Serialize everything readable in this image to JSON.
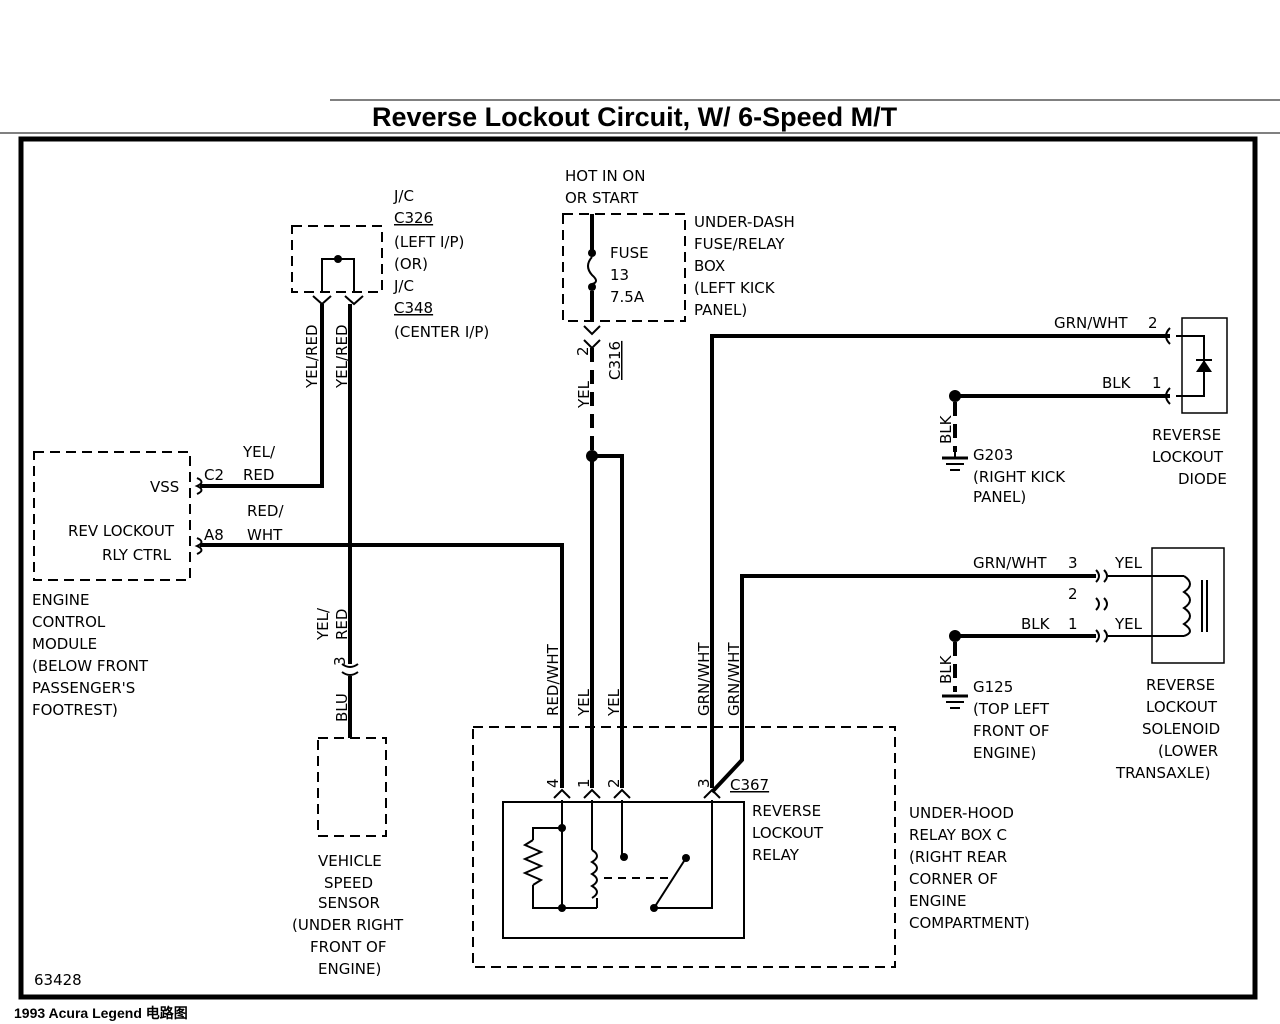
{
  "title": "Reverse Lockout Circuit, W/ 6-Speed M/T",
  "footer": "1993 Acura Legend 电路图",
  "figure_id": "63428",
  "jc": {
    "line1": "J/C",
    "conn1": "C326",
    "line2": "(LEFT I/P)",
    "line3": "(OR)",
    "line4": "J/C",
    "conn2": "C348",
    "line5": "(CENTER I/P)"
  },
  "hot": {
    "line1": "HOT IN ON",
    "line2": "OR START"
  },
  "fuse": {
    "label": "FUSE",
    "num": "13",
    "amps": "7.5A"
  },
  "underdash": [
    "UNDER-DASH",
    "FUSE/RELAY",
    "BOX",
    "(LEFT KICK",
    "PANEL)"
  ],
  "ecm": {
    "vss": "VSS",
    "pin_c2": "C2",
    "rev1": "REV LOCKOUT",
    "rev2": "RLY CTRL",
    "pin_a8": "A8",
    "name": [
      "ENGINE",
      "CONTROL",
      "MODULE",
      "(BELOW FRONT",
      "PASSENGER'S",
      "FOOTREST)"
    ]
  },
  "wires": {
    "yel_red": "YEL/RED",
    "yel_slash": "YEL/",
    "red": "RED",
    "red_slash": "RED/",
    "wht": "WHT",
    "red_wht": "RED/WHT",
    "yel": "YEL",
    "grn_wht": "GRN/WHT",
    "blk": "BLK",
    "blu": "BLU",
    "yel_slash2": "YEL/",
    "red2": "RED"
  },
  "c316": {
    "pin": "2",
    "conn": "C316"
  },
  "vss_conn_pin": "3",
  "diode": {
    "pin2": "2",
    "pin1": "1",
    "name": [
      "REVERSE",
      "LOCKOUT",
      "DIODE"
    ]
  },
  "g203": [
    "G203",
    "(RIGHT KICK",
    "PANEL)"
  ],
  "solenoid": {
    "pin3": "3",
    "pin2": "2",
    "pin1": "1",
    "name": [
      "REVERSE",
      "LOCKOUT",
      "SOLENOID",
      "(LOWER",
      "TRANSAXLE)"
    ]
  },
  "g125": [
    "G125",
    "(TOP LEFT",
    "FRONT OF",
    "ENGINE)"
  ],
  "relay": {
    "pin4": "4",
    "pin1": "1",
    "pin2": "2",
    "pin3": "3",
    "conn": "C367",
    "name": [
      "REVERSE",
      "LOCKOUT",
      "RELAY"
    ]
  },
  "underhood": [
    "UNDER-HOOD",
    "RELAY BOX C",
    "(RIGHT REAR",
    "CORNER OF",
    "ENGINE",
    "COMPARTMENT)"
  ],
  "vss_sensor": [
    "VEHICLE",
    "SPEED",
    "SENSOR",
    "(UNDER RIGHT",
    "FRONT OF",
    "ENGINE)"
  ]
}
